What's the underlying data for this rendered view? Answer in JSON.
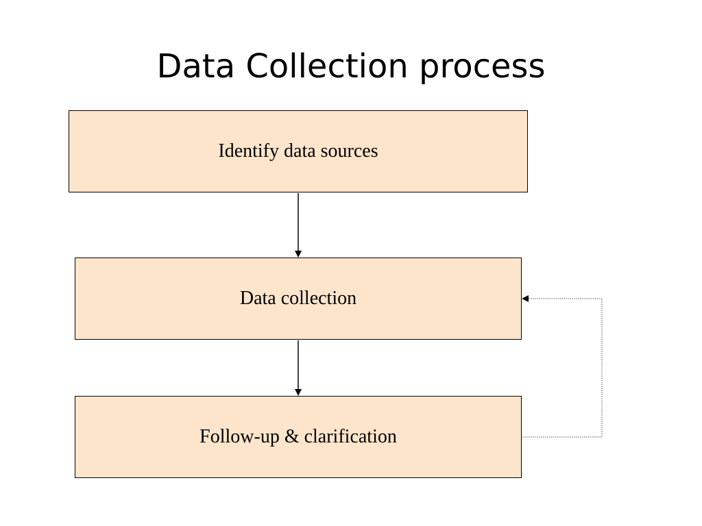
{
  "slide": {
    "title": "Data Collection process"
  },
  "flow": {
    "steps": [
      {
        "label": "Identify data sources"
      },
      {
        "label": "Data collection"
      },
      {
        "label": "Follow-up & clarification"
      }
    ]
  },
  "colors": {
    "box_fill": "#fde5cc",
    "box_border": "#000000",
    "text": "#000000",
    "feedback_line": "#555555"
  }
}
